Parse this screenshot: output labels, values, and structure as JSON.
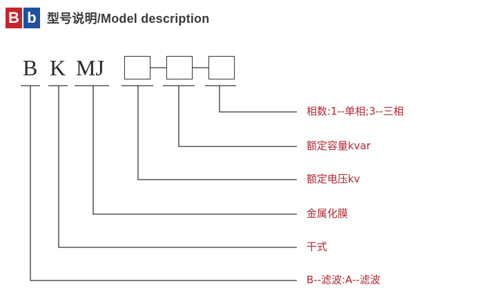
{
  "header": {
    "logo_letter_1": "B",
    "logo_letter_2": "b",
    "title": "型号说明/Model description"
  },
  "code": {
    "letter_b": "B",
    "letter_k": "K",
    "letters_mj": "MJ"
  },
  "legend": [
    "相数:1--单相;3--三相",
    "额定容量kvar",
    "额定电压kv",
    "金属化膜",
    "干式",
    "B--滤波:A--滤波"
  ],
  "colors": {
    "logo_red": "#c8262c",
    "logo_blue": "#1e4fa0",
    "label_red": "#b3262f",
    "line": "#333333"
  }
}
